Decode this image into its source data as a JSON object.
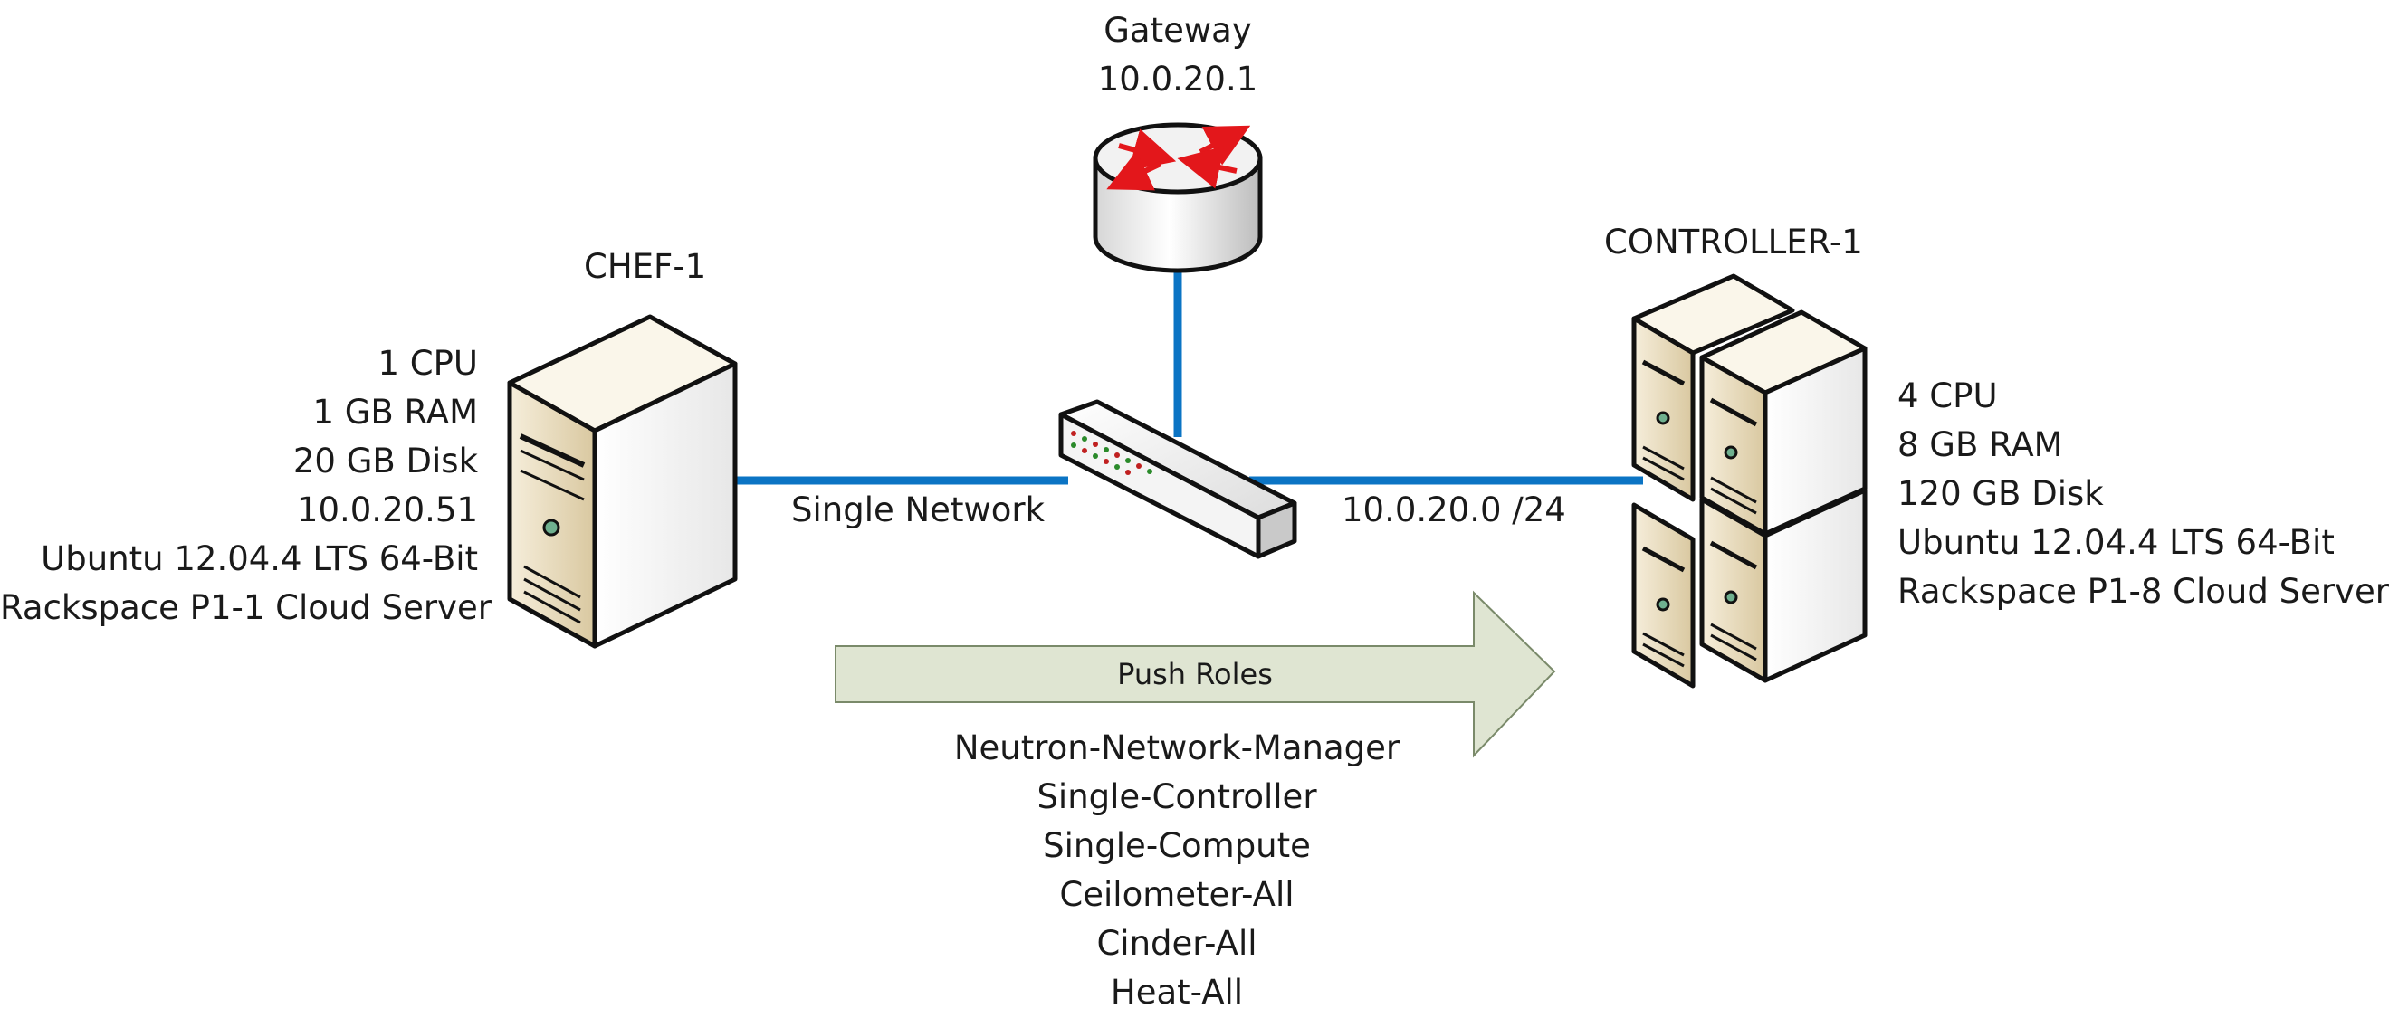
{
  "gateway": {
    "name": "Gateway",
    "ip": "10.0.20.1"
  },
  "chef": {
    "name": "CHEF-1",
    "specs": [
      "1 CPU",
      "1 GB RAM",
      "20 GB Disk",
      "10.0.20.51",
      "Ubuntu 12.04.4 LTS 64-Bit",
      "Rackspace P1-1 Cloud Server"
    ]
  },
  "controller": {
    "name": "CONTROLLER-1",
    "specs": [
      "4 CPU",
      "8 GB RAM",
      "120 GB Disk",
      "Ubuntu 12.04.4 LTS 64-Bit",
      "Rackspace P1-8 Cloud Server"
    ]
  },
  "network": {
    "name": "Single Network",
    "subnet": "10.0.20.0 /24"
  },
  "push": {
    "label": "Push Roles",
    "roles": [
      "Neutron-Network-Manager",
      "Single-Controller",
      "Single-Compute",
      "Ceilometer-All",
      "Cinder-All",
      "Heat-All"
    ]
  },
  "colors": {
    "link": "#0b74c4",
    "arrow_fill": "#dfe5d2",
    "server_face": "#efe3c6",
    "router_arrow": "#e3171b"
  },
  "icons": [
    "router-icon",
    "switch-icon",
    "tower-server-icon",
    "server-cluster-icon"
  ]
}
